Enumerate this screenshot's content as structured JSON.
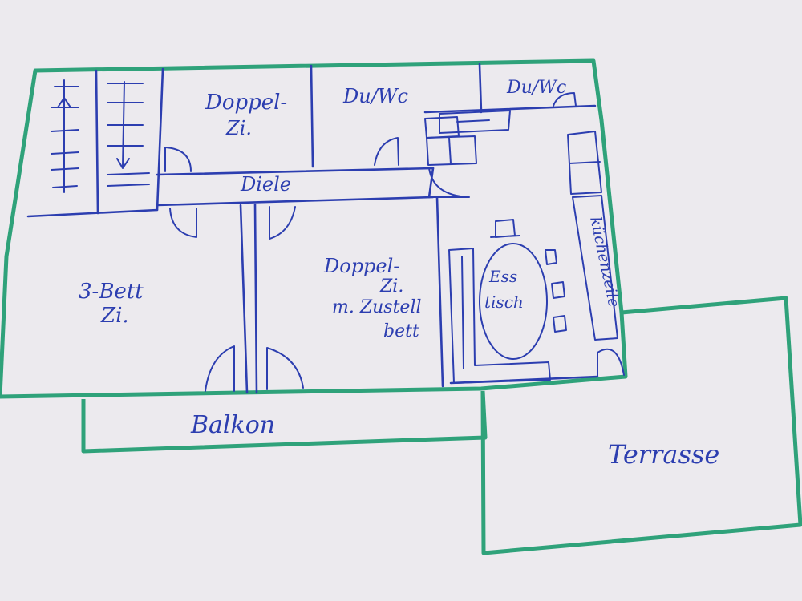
{
  "floorplan": {
    "colors": {
      "ink": "#2c3eb0",
      "outline": "#2fa27a",
      "paper": "#eceaee"
    },
    "rooms": {
      "doppel_zi": [
        "Doppel-",
        "Zi."
      ],
      "du_wc_1": "Du/Wc",
      "du_wc_2": "Du/Wc",
      "diele": "Diele",
      "bett3_zi": [
        "3-Bett",
        "Zi."
      ],
      "doppel_zustell": [
        "Doppel-",
        "Zi.",
        "m. Zustell",
        "bett"
      ],
      "esstisch": [
        "Ess",
        "tisch"
      ],
      "kuechenzeile": "küchenzeile",
      "balkon": "Balkon",
      "terrasse": "Terrasse"
    }
  }
}
